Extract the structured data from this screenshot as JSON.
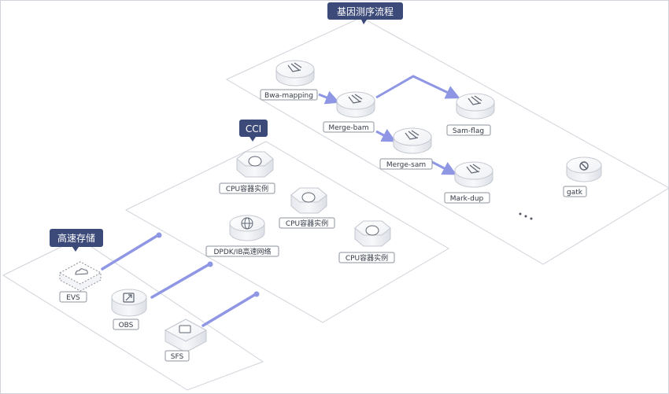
{
  "groups": {
    "genome": "基因测序流程",
    "cci": "CCI",
    "storage": "高速存储"
  },
  "nodes": {
    "bwa": "Bwa-mapping",
    "merge_bam": "Merge-bam",
    "sam_flag": "Sam-flag",
    "merge_sam": "Merge-sam",
    "mark_dup": "Mark-dup",
    "gatk": "gatk",
    "cpu1": "CPU容器实例",
    "cpu2": "CPU容器实例",
    "cpu3": "CPU容器实例",
    "dpdk": "DPDK/IB高速网络",
    "evs": "EVS",
    "obs": "OBS",
    "sfs": "SFS"
  },
  "colors": {
    "title_bg": "#3c4a79",
    "flow": "#8f97e4",
    "outline": "#c8ccd4",
    "icon": "#6b7280"
  },
  "icons": {
    "bwa": "shrink-icon",
    "merge_bam": "shrink-icon",
    "sam_flag": "shrink-icon",
    "merge_sam": "shrink-icon",
    "mark_dup": "shrink-icon",
    "gatk": "wrench-gear-icon",
    "cpu": "hexagon-chip-icon",
    "dpdk": "globe-icon",
    "evs": "cloud-disk-icon",
    "obs": "upload-arrow-icon",
    "sfs": "file-storage-icon"
  }
}
